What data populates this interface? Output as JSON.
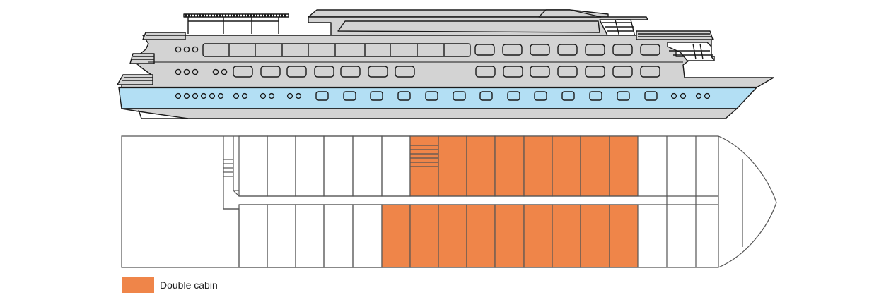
{
  "colors": {
    "hull": "#d3d3d3",
    "waterline_band": "#b3dff4",
    "outline": "#1a1a1a",
    "double_cabin": "#ef8549",
    "plan_line": "#555555",
    "background": "#ffffff"
  },
  "deck_plan": {
    "upper_row_cabins": [
      "cabin",
      "cabin",
      "cabin",
      "cabin",
      "cabin",
      "stairs",
      "double-cabin",
      "double-cabin",
      "double-cabin",
      "double-cabin",
      "double-cabin",
      "double-cabin",
      "double-cabin",
      "double-cabin"
    ],
    "lower_row_cabins": [
      "cabin",
      "cabin",
      "cabin",
      "cabin",
      "cabin",
      "double-cabin",
      "double-cabin",
      "double-cabin",
      "double-cabin",
      "double-cabin",
      "double-cabin",
      "double-cabin",
      "double-cabin",
      "double-cabin"
    ]
  },
  "legend": {
    "items": [
      {
        "label": "Double cabin",
        "color": "#ef8549"
      }
    ]
  }
}
